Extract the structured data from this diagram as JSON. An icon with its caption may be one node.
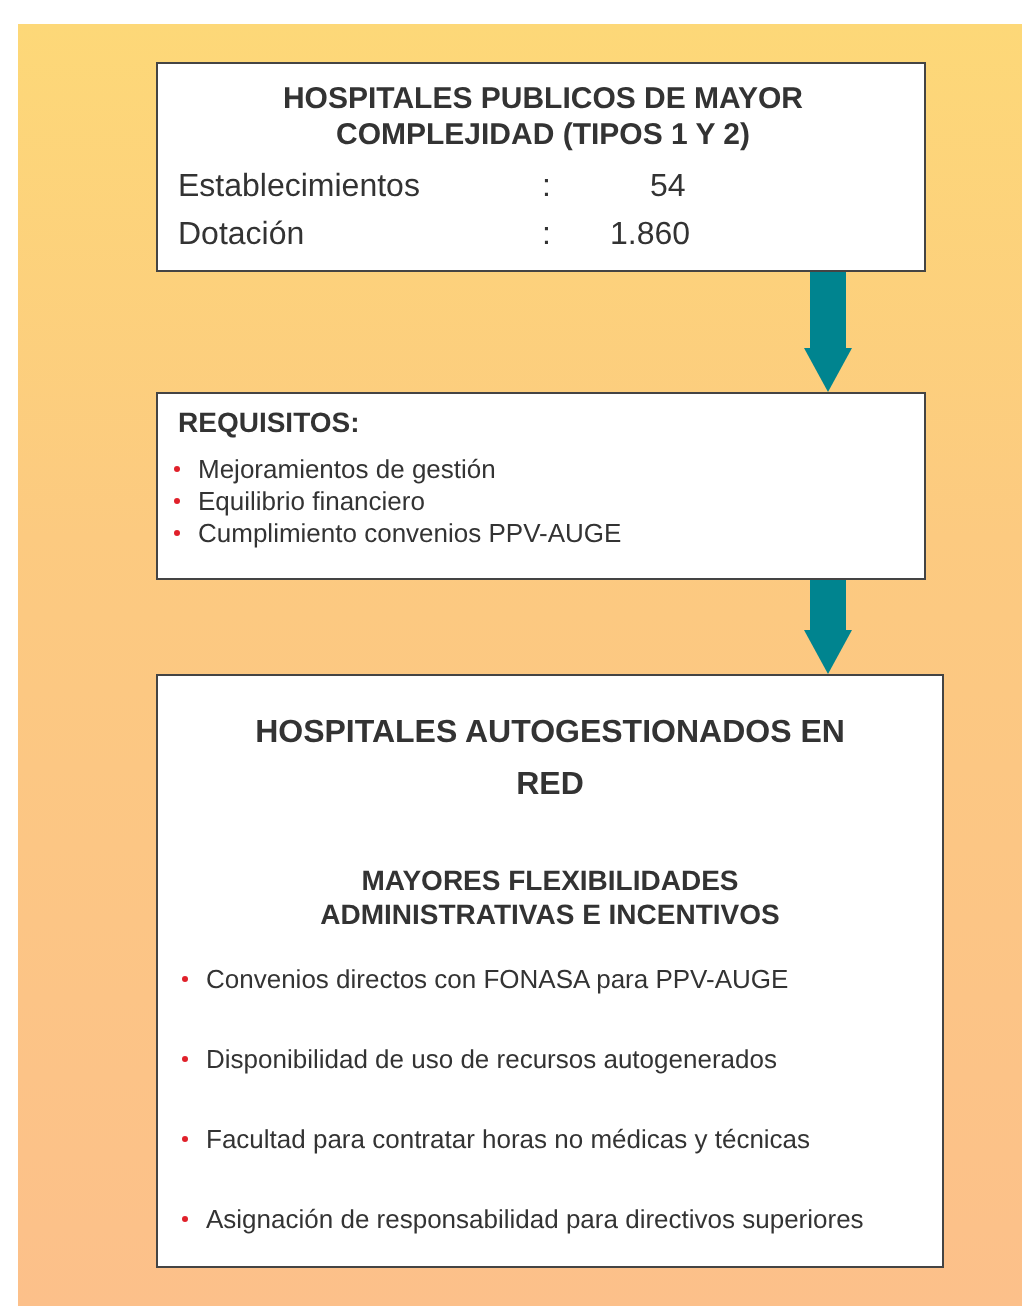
{
  "diagram": {
    "nodes": [
      {
        "text": [
          "HOSPITALES PUBLICOS DE MAYOR COMPLEJIDAD (TIPOS 1 Y 2)",
          "Establecimientos",
          ":",
          "54",
          "Dotación",
          ":",
          "1.860"
        ]
      },
      {
        "text": [
          "REQUISITOS:",
          "Mejoramientos de gestión",
          "Equilibrio financiero",
          "Cumplimiento convenios PPV-AUGE"
        ]
      },
      {
        "text": [
          "HOSPITALES AUTOGESTIONADOS EN RED",
          "MAYORES FLEXIBILIDADES ADMINISTRATIVAS E INCENTIVOS",
          "Convenios directos con FONASA para PPV-AUGE",
          "Disponibilidad de uso de recursos autogenerados",
          "Facultad para contratar horas no médicas y técnicas",
          "Asignación de responsabilidad para directivos superiores"
        ]
      }
    ],
    "edges": [
      {
        "from": 0,
        "to": 1,
        "arrow": "to"
      },
      {
        "from": 1,
        "to": 2,
        "arrow": "to"
      }
    ]
  }
}
